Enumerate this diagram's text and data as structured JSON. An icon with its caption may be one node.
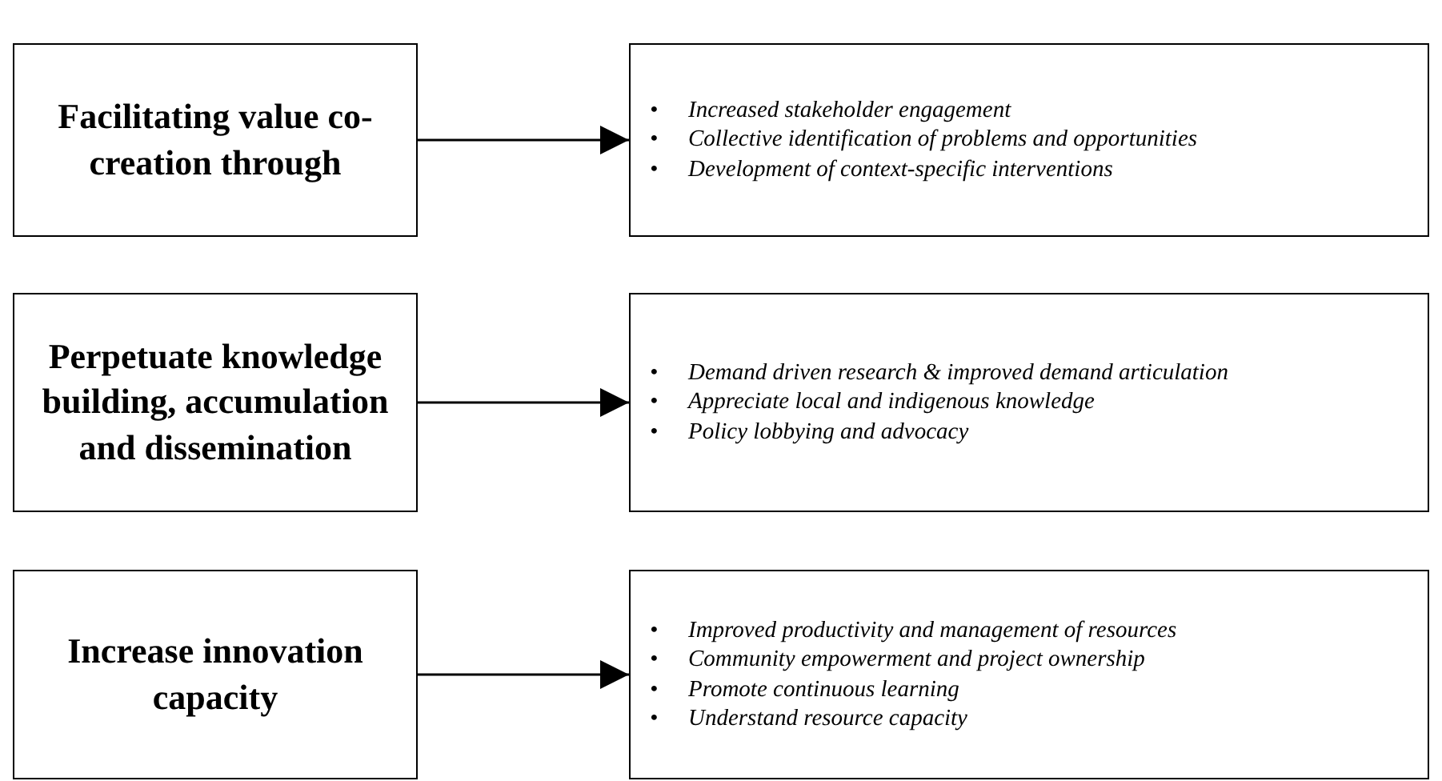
{
  "diagram": {
    "nodes": [
      {
        "text": [
          "Facilitating value co-creation through"
        ]
      },
      {
        "text": [
          "•\tIncreased stakeholder engagement",
          "•\tCollective identification of problems and opportunities",
          "•\tDevelopment of context-specific interventions"
        ]
      },
      {
        "text": [
          "Perpetuate knowledge building, accumulation and dissemination"
        ]
      },
      {
        "text": [
          "•\tDemand driven research & improved demand articulation",
          "•\tAppreciate local and indigenous knowledge",
          "•\tPolicy lobbying and advocacy"
        ]
      },
      {
        "text": [
          "Increase innovation capacity"
        ]
      },
      {
        "text": [
          "•\tImproved productivity and management of resources",
          "•\tCommunity empowerment and project ownership",
          "•\tPromote continuous learning",
          "•\tUnderstand resource capacity"
        ]
      }
    ],
    "edges": [
      {
        "from": 0,
        "to": 1,
        "arrow": "to"
      },
      {
        "from": 2,
        "to": 3,
        "arrow": "to"
      },
      {
        "from": 4,
        "to": 5,
        "arrow": "to"
      }
    ]
  }
}
